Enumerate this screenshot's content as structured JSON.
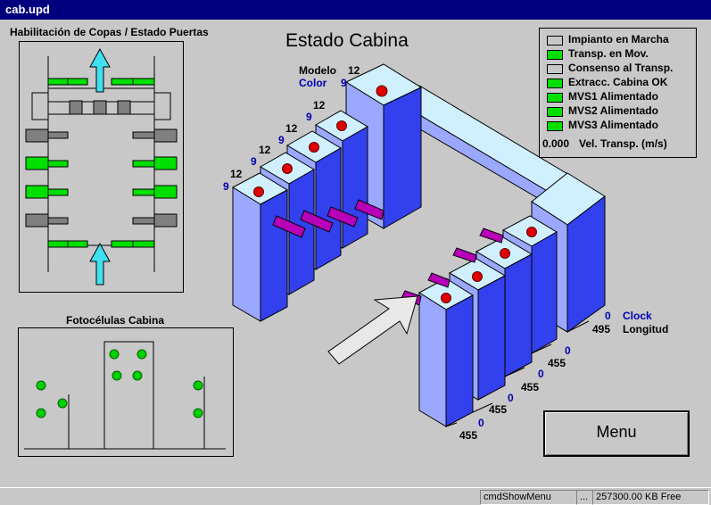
{
  "window": {
    "title": "cab.upd"
  },
  "main_title": "Estado Cabina",
  "panels": {
    "copas": {
      "title": "Habilitación de Copas / Estado Puertas"
    },
    "fotocelulas": {
      "title": "Fotocélulas Cabina"
    }
  },
  "colors": {
    "green": "#00e000",
    "gray": "#808080",
    "cyan": "#40e0f0",
    "block_front": "#9aa8ff",
    "block_side": "#3340ee",
    "block_top": "#d0f0ff",
    "nozzle": "#b800b8",
    "dot_red": "#e00000",
    "sensor_green": "#00d000"
  },
  "modelo": {
    "label": "Modelo",
    "value": "12"
  },
  "color": {
    "label": "Color",
    "value": "9"
  },
  "booths_upper": [
    {
      "modelo": "12",
      "color": "9"
    },
    {
      "modelo": "12",
      "color": "9"
    },
    {
      "modelo": "12",
      "color": "9"
    },
    {
      "modelo": "12",
      "color": "9"
    }
  ],
  "booths_lower": [
    {
      "clock": "0",
      "longitud": "455"
    },
    {
      "clock": "0",
      "longitud": "455"
    },
    {
      "clock": "0",
      "longitud": "455"
    },
    {
      "clock": "0",
      "longitud": "455"
    }
  ],
  "clock": {
    "label": "Clock",
    "value": "0"
  },
  "longitud": {
    "label": "Longitud",
    "value": "495"
  },
  "legend": {
    "items": [
      {
        "label": "Impianto en Marcha",
        "state": "off",
        "color": "#c8c8c8"
      },
      {
        "label": "Transp. en Mov.",
        "state": "on",
        "color": "#00e000"
      },
      {
        "label": "Consenso al Transp.",
        "state": "off",
        "color": "#c8c8c8"
      },
      {
        "label": "Extracc. Cabina OK",
        "state": "on",
        "color": "#00e000"
      },
      {
        "label": "MVS1 Alimentado",
        "state": "on",
        "color": "#00e000"
      },
      {
        "label": "MVS2 Alimentado",
        "state": "on",
        "color": "#00e000"
      },
      {
        "label": "MVS3 Alimentado",
        "state": "on",
        "color": "#00e000"
      }
    ],
    "speed": {
      "value": "0.000",
      "label": "Vel. Transp. (m/s)"
    }
  },
  "menu_button": {
    "label": "Menu"
  },
  "statusbar": {
    "command": "cmdShowMenu",
    "ellipsis": "...",
    "memory": "257300.00 KB Free"
  }
}
